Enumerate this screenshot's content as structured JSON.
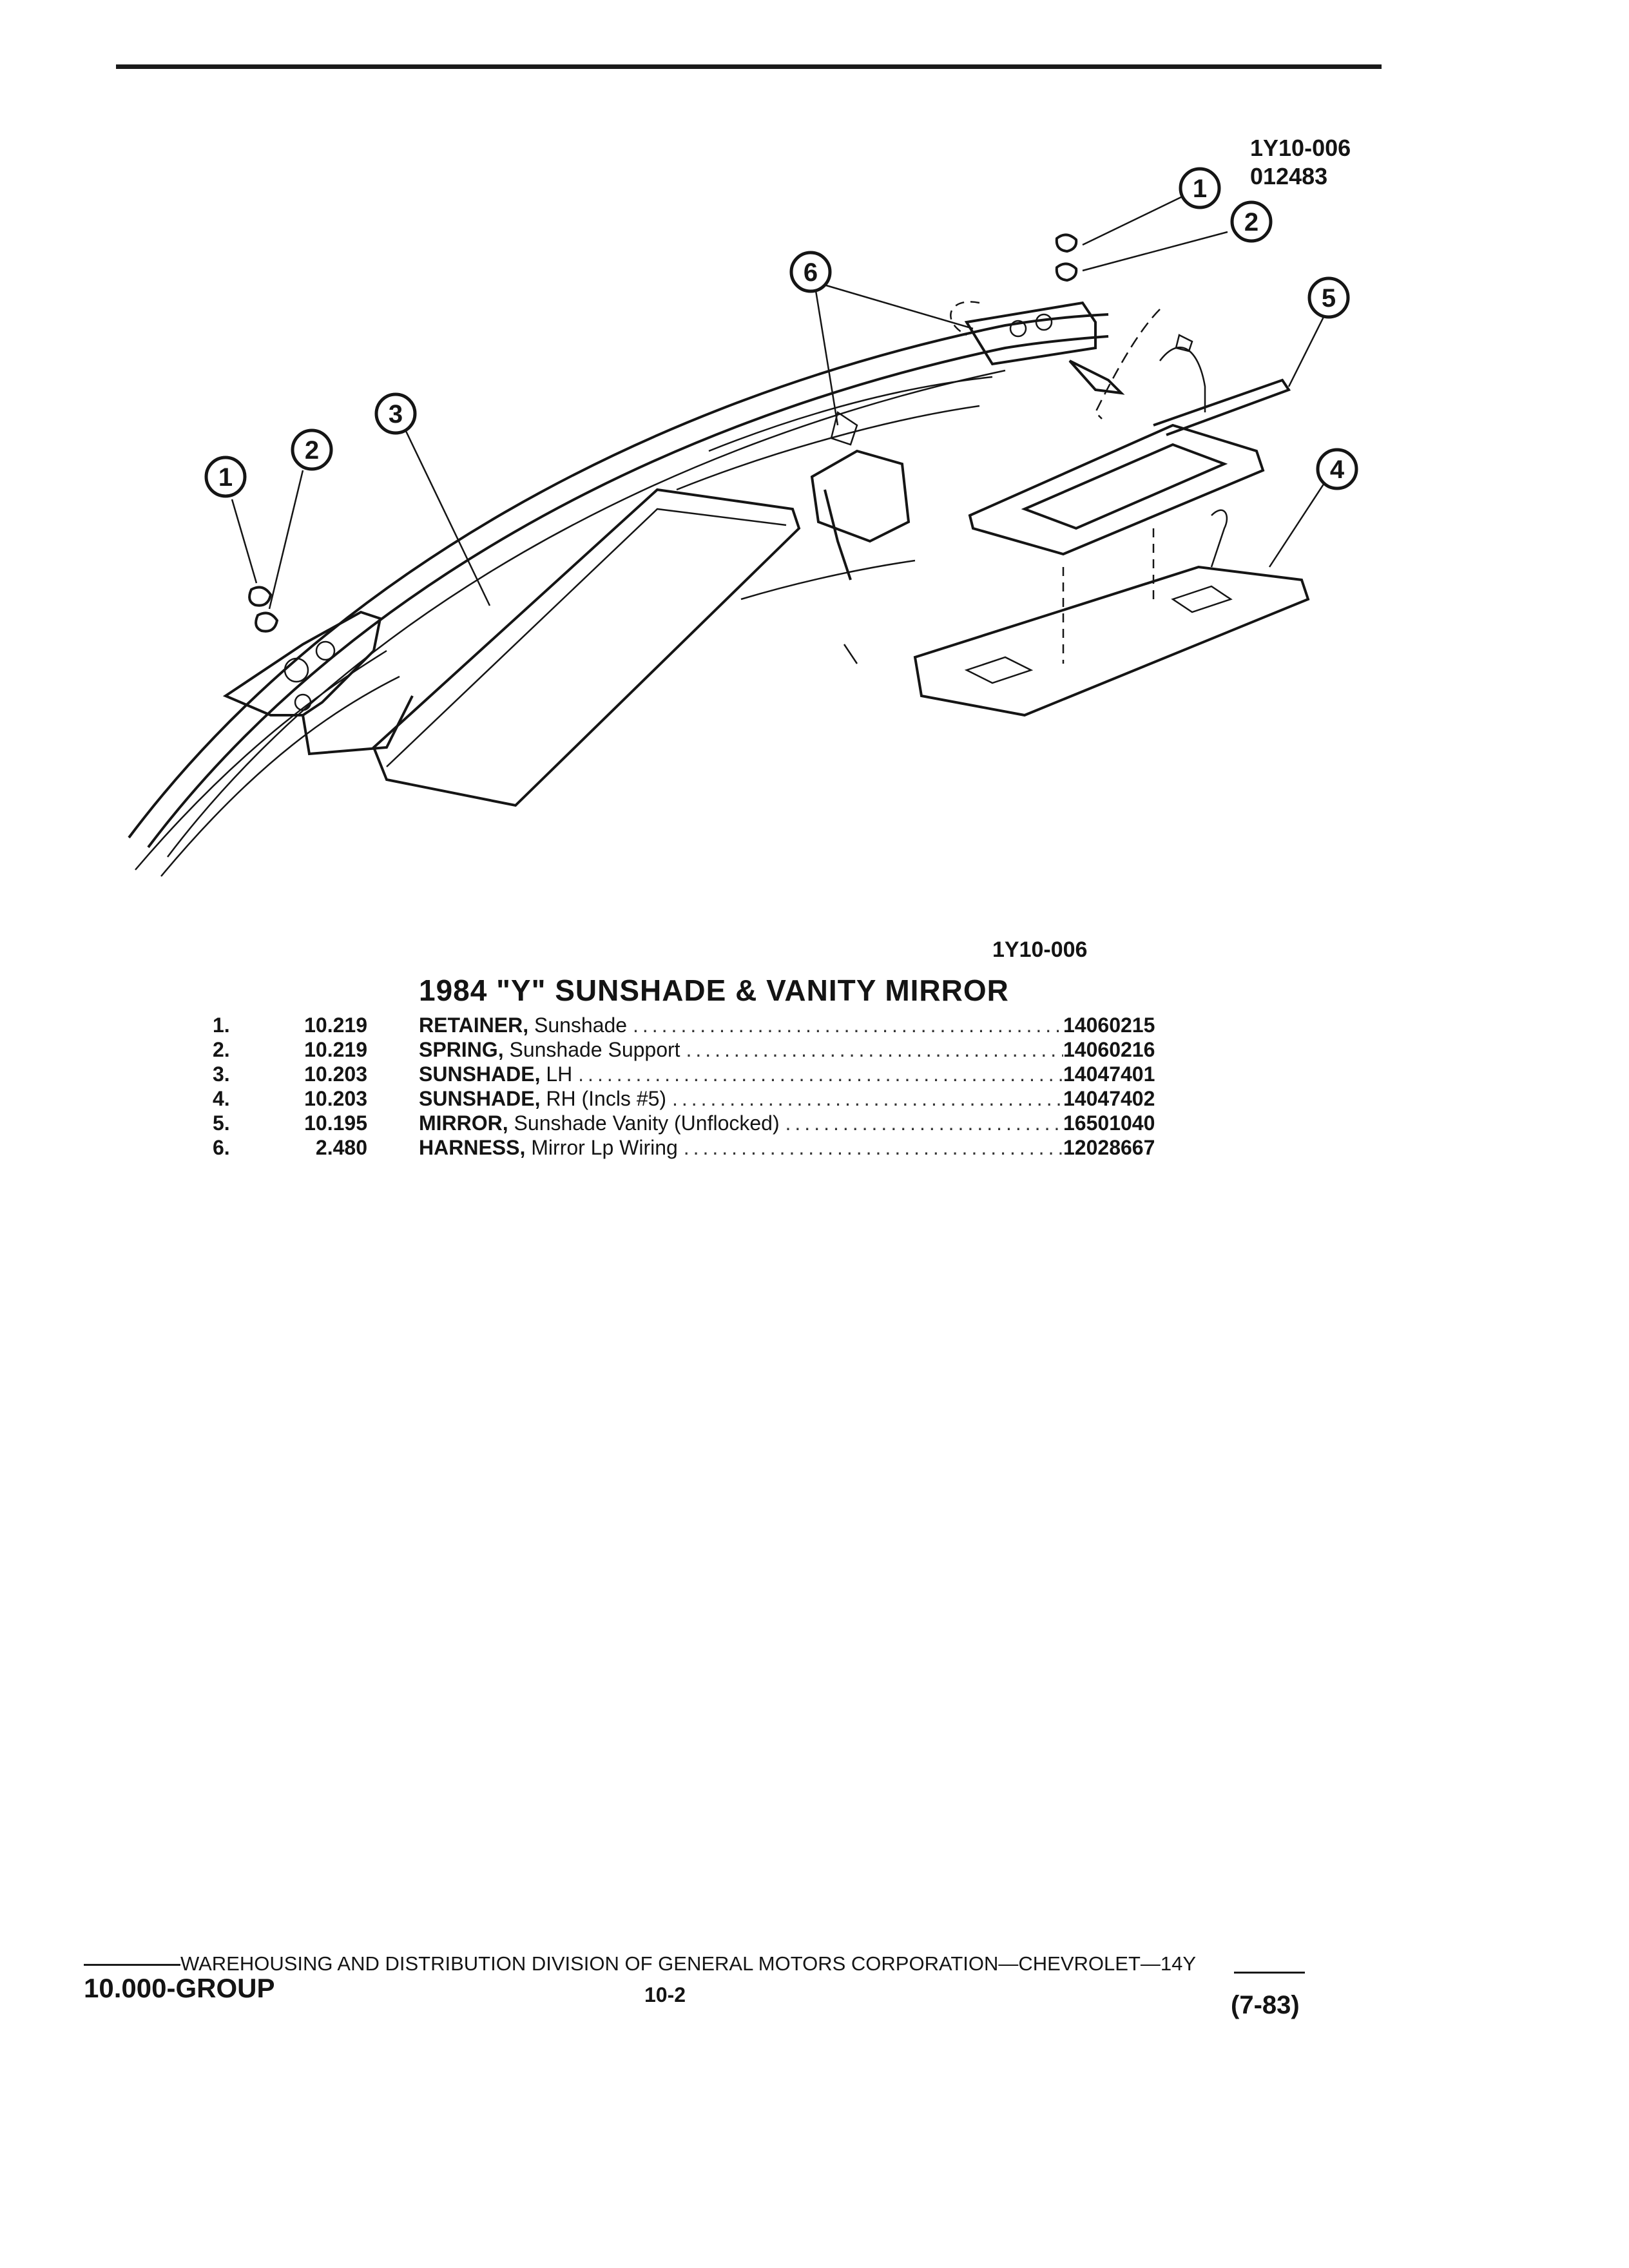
{
  "header": {
    "drawing_id": "1Y10-006",
    "drawing_code": "012483"
  },
  "figure": {
    "caption": "1Y10-006",
    "callouts": [
      "1",
      "2",
      "3",
      "4",
      "5",
      "6"
    ]
  },
  "title": "1984 \"Y\" SUNSHADE & VANITY MIRROR",
  "parts": [
    {
      "num": "1.",
      "group": "10.219",
      "name": "RETAINER,",
      "desc": "Sunshade",
      "part_no": "14060215"
    },
    {
      "num": "2.",
      "group": "10.219",
      "name": "SPRING,",
      "desc": "Sunshade Support",
      "part_no": "14060216"
    },
    {
      "num": "3.",
      "group": "10.203",
      "name": "SUNSHADE,",
      "desc": "LH",
      "part_no": "14047401"
    },
    {
      "num": "4.",
      "group": "10.203",
      "name": "SUNSHADE,",
      "desc": "RH (Incls #5)",
      "part_no": "14047402"
    },
    {
      "num": "5.",
      "group": "10.195",
      "name": "MIRROR,",
      "desc": "Sunshade Vanity (Unflocked)",
      "part_no": "16501040"
    },
    {
      "num": "6.",
      "group": "2.480",
      "name": "HARNESS,",
      "desc": "Mirror Lp Wiring",
      "part_no": "12028667"
    }
  ],
  "footer": {
    "division_text": "WAREHOUSING AND DISTRIBUTION  DIVISION OF GENERAL MOTORS CORPORATION—CHEVROLET—14Y",
    "group": "10.000-GROUP",
    "page": "10-2",
    "date": "(7-83)"
  }
}
